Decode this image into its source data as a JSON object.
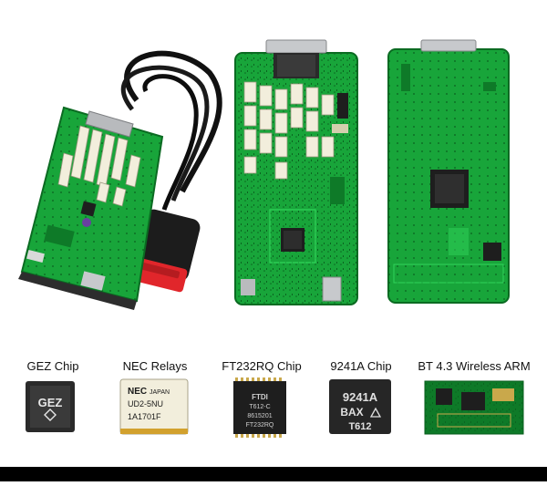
{
  "products": [
    {
      "caption": "GEZ Chip",
      "marking": [
        "GEZ"
      ]
    },
    {
      "caption": "NEC Relays",
      "marking": [
        "NEC",
        "JAPAN",
        "UD2-5NU",
        "1A1701F"
      ]
    },
    {
      "caption": "FT232RQ Chip",
      "marking": [
        "FTDI",
        "T612-C",
        "8615201",
        "FT232RQ"
      ]
    },
    {
      "caption": "9241A Chip",
      "marking": [
        "9241A",
        "BAX",
        "T612"
      ]
    },
    {
      "caption": "BT 4.3 Wireless ARM",
      "marking": []
    }
  ],
  "colors": {
    "pcb": "#18a53a",
    "pcb_dark": "#0e7a28",
    "relay": "#f2eedc",
    "chip": "#1e1e1e",
    "obd_plug": "#1c1c1c",
    "obd_tip": "#e1262b",
    "metal": "#c7c9cc"
  }
}
